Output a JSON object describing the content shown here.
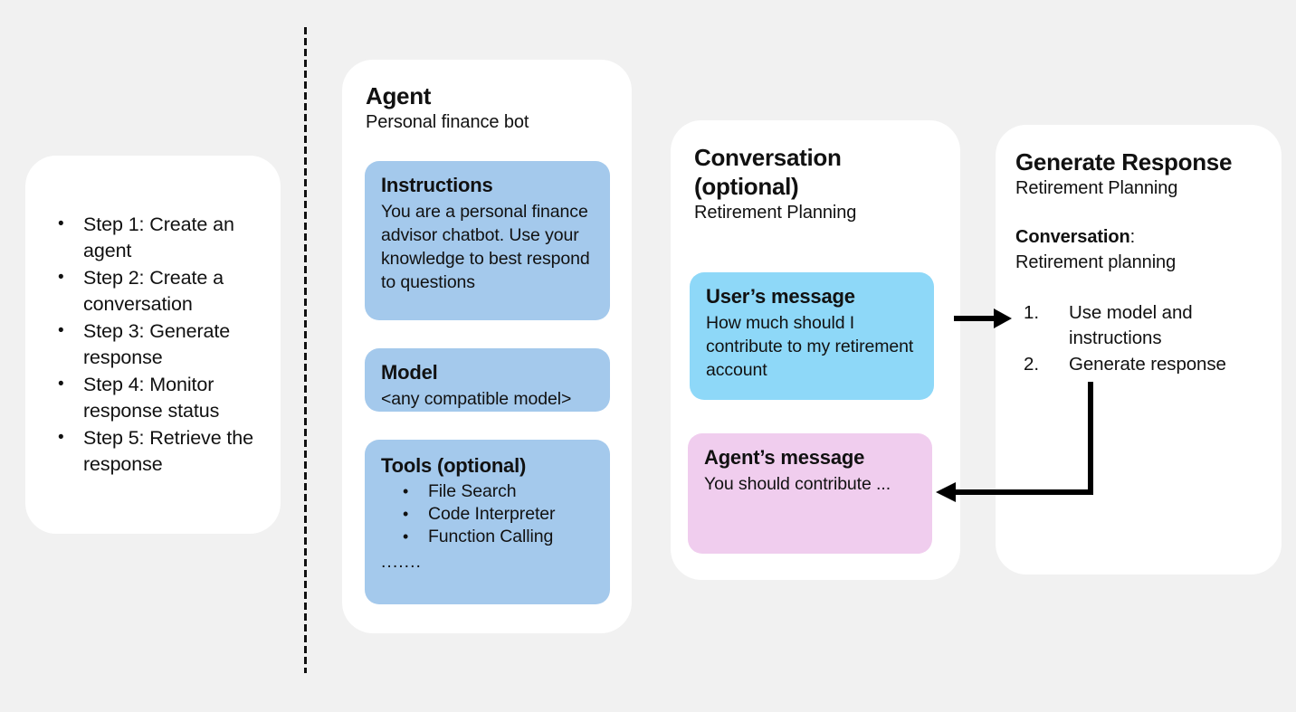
{
  "steps": {
    "items": [
      "Step 1: Create an agent",
      "Step 2: Create a conversation",
      "Step 3: Generate response",
      "Step 4: Monitor response status",
      "Step 5: Retrieve the response"
    ]
  },
  "agent": {
    "title": "Agent",
    "subtitle": "Personal finance bot",
    "instructions": {
      "title": "Instructions",
      "text": "You are a personal finance advisor chatbot. Use your knowledge to best respond to questions"
    },
    "model": {
      "title": "Model",
      "text": "<any compatible model>"
    },
    "tools": {
      "title": "Tools (optional)",
      "items": [
        "File Search",
        "Code Interpreter",
        "Function Calling"
      ],
      "ellipsis": "......."
    }
  },
  "conversation": {
    "title": "Conversation (optional)",
    "subtitle": "Retirement Planning",
    "user_message": {
      "title": "User’s message",
      "text": "How much should I contribute to my retirement account"
    },
    "agent_message": {
      "title": "Agent’s message",
      "text": "You should contribute ..."
    }
  },
  "generate": {
    "title": "Generate Response",
    "subtitle": "Retirement Planning",
    "conversation_label": "Conversation",
    "conversation_label_colon": ":",
    "conversation_value": "Retirement planning",
    "items": [
      "Use model and instructions",
      "Generate response"
    ]
  },
  "colors": {
    "background": "#f1f1f1",
    "card": "#ffffff",
    "agent_box_blue": "#a4c9ec",
    "user_message_cyan": "#8ed8f8",
    "agent_message_pink": "#f0cdee",
    "text": "#111111",
    "arrow": "#000000"
  }
}
